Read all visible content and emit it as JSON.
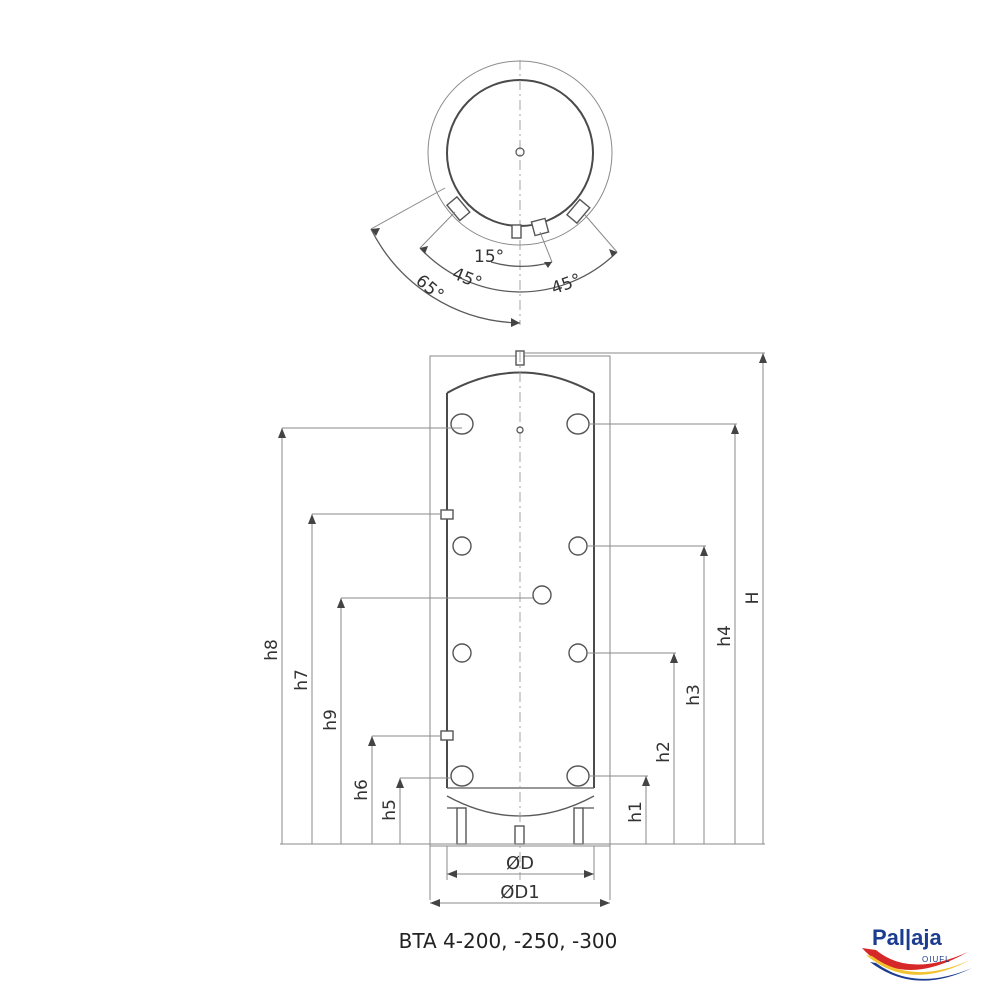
{
  "caption": "BTA 4-200, -250, -300",
  "top_view": {
    "angles": {
      "a15": "15°",
      "a45_left": "45°",
      "a45_right": "45°",
      "a65": "65°"
    }
  },
  "dimensions": {
    "H": "H",
    "h1": "h1",
    "h2": "h2",
    "h3": "h3",
    "h4": "h4",
    "h5": "h5",
    "h6": "h6",
    "h7": "h7",
    "h8": "h8",
    "h9": "h9",
    "D": "ØD",
    "D1": "ØD1"
  },
  "logo": {
    "name": "Pal|aja",
    "sub": "OIUFL"
  },
  "colors": {
    "line": "#5a5a5a",
    "logo_blue": "#1b3c8f",
    "logo_red": "#d62828",
    "logo_yellow": "#f2c230"
  }
}
